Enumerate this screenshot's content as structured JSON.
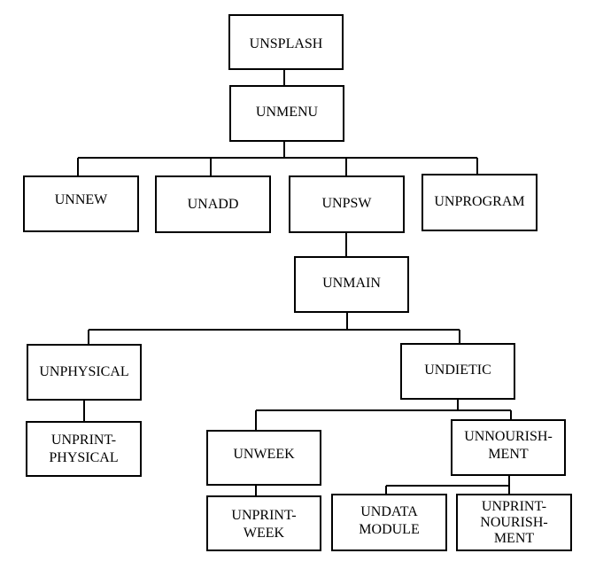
{
  "nodes": {
    "unsplash": {
      "line1": "UNSPLASH"
    },
    "unmenu": {
      "line1": "UNMENU"
    },
    "unnew": {
      "line1": "UNNEW"
    },
    "unadd": {
      "line1": "UNADD"
    },
    "unpsw": {
      "line1": "UNPSW"
    },
    "unprogram": {
      "line1": "UNPROGRAM"
    },
    "unmain": {
      "line1": "UNMAIN"
    },
    "unphysical": {
      "line1": "UNPHYSICAL"
    },
    "undietic": {
      "line1": "UNDIETIC"
    },
    "unprint_physical": {
      "line1": "UNPRINT-",
      "line2": "PHYSICAL"
    },
    "unweek": {
      "line1": "UNWEEK"
    },
    "unnourishment": {
      "line1": "UNNOURISH-",
      "line2": "MENT"
    },
    "unprint_week": {
      "line1": "UNPRINT-",
      "line2": "WEEK"
    },
    "undata_module": {
      "line1": "UNDATA",
      "line2": "MODULE"
    },
    "unprint_nourishment": {
      "line1": "UNPRINT-",
      "line2": "NOURISH-",
      "line3": "MENT"
    }
  }
}
